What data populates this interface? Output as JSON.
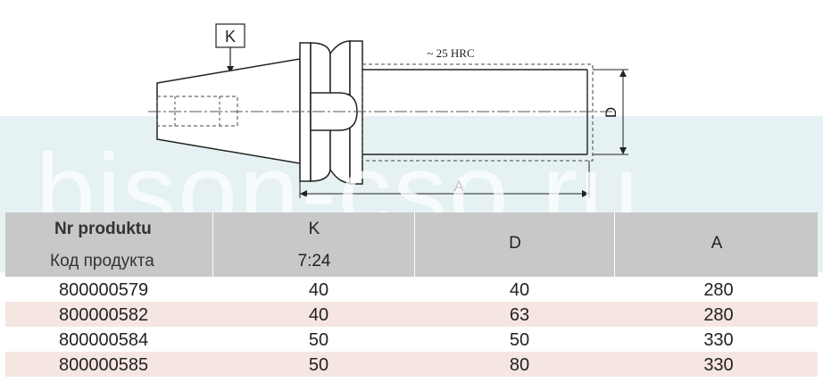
{
  "drawing": {
    "k_label": "K",
    "hardness_label": "~ 25 HRC",
    "d_label": "D",
    "a_label": "A"
  },
  "watermark": "bison-cso.ru",
  "table": {
    "headers": {
      "product_pl": "Nr produktu",
      "product_ru": "Код продукта",
      "k": "K",
      "k_sub": "7:24",
      "d": "D",
      "a": "A"
    },
    "rows": [
      {
        "code": "800000579",
        "k": "40",
        "d": "40",
        "a": "280"
      },
      {
        "code": "800000582",
        "k": "40",
        "d": "63",
        "a": "280"
      },
      {
        "code": "800000584",
        "k": "50",
        "d": "50",
        "a": "330"
      },
      {
        "code": "800000585",
        "k": "50",
        "d": "80",
        "a": "330"
      }
    ]
  }
}
